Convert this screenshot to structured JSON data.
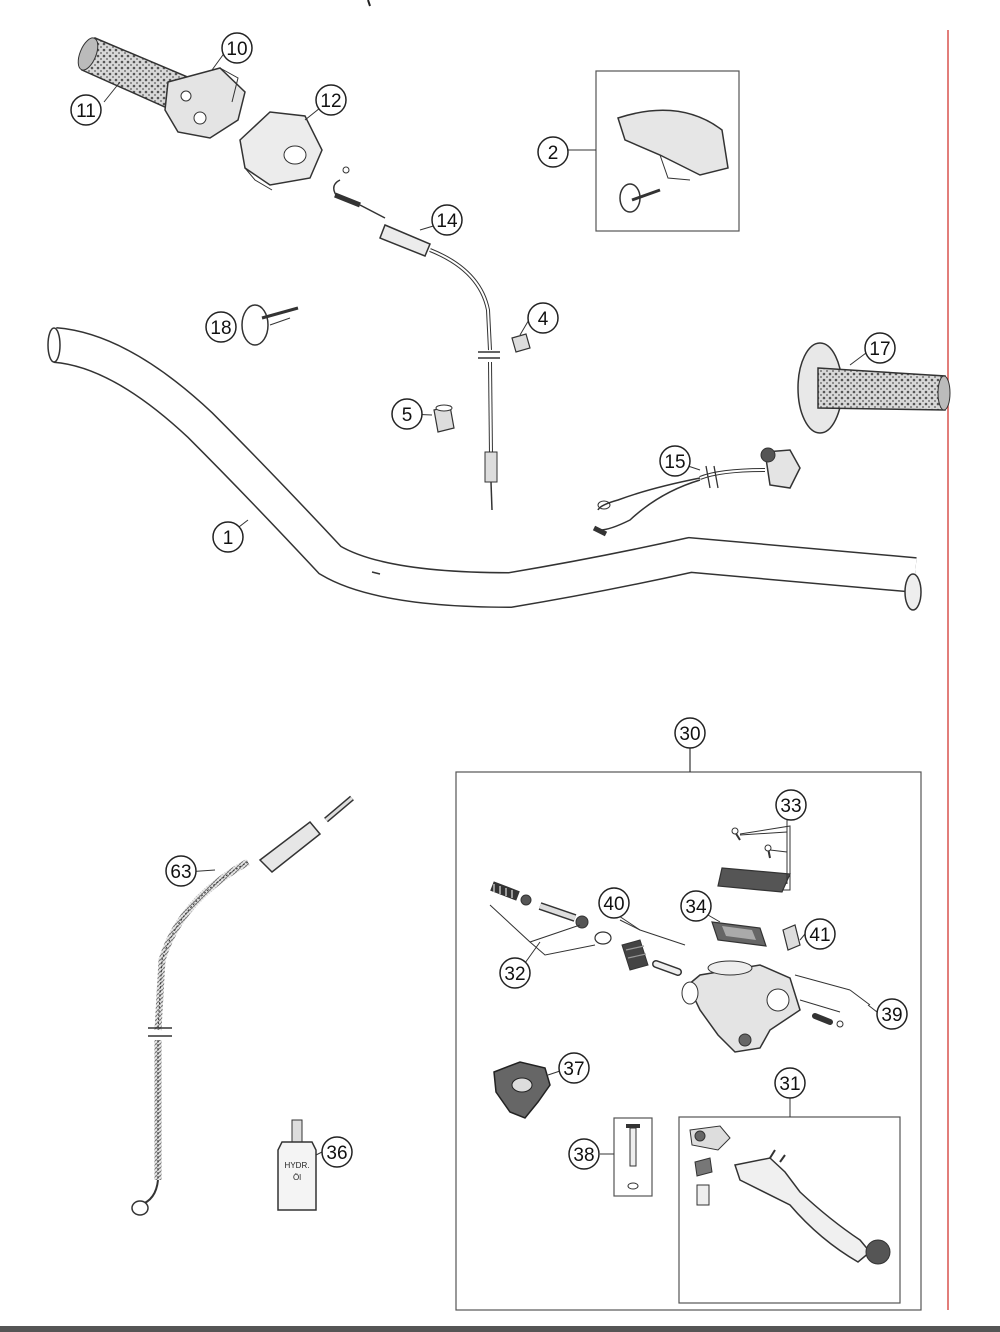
{
  "callouts": {
    "c1": "1",
    "c2": "2",
    "c4": "4",
    "c5": "5",
    "c10": "10",
    "c11": "11",
    "c12": "12",
    "c14": "14",
    "c15": "15",
    "c17": "17",
    "c18": "18",
    "c30": "30",
    "c31": "31",
    "c32": "32",
    "c33": "33",
    "c34": "34",
    "c36": "36",
    "c37": "37",
    "c38": "38",
    "c39": "39",
    "c40": "40",
    "c41": "41",
    "c63": "63"
  },
  "bottle_label": {
    "line1": "HYDR.",
    "line2": "Öl"
  },
  "colors": {
    "line": "#333333",
    "margin_rule": "#d9534f",
    "bottom_bar": "#555555"
  }
}
